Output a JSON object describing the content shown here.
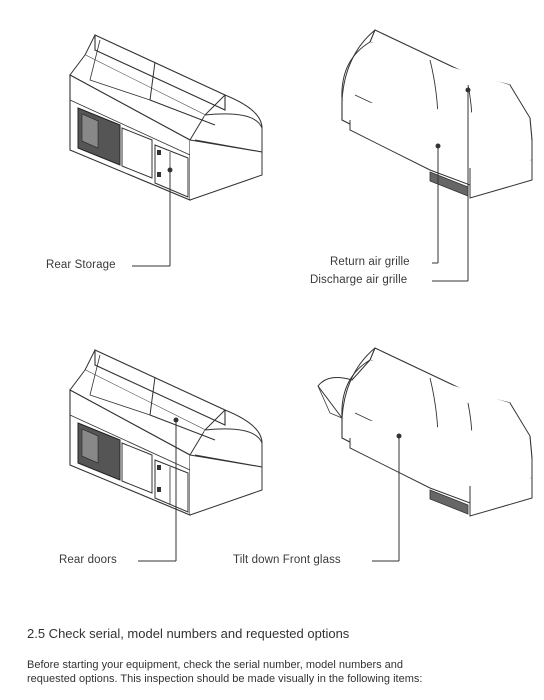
{
  "callouts": {
    "rear_storage": "Rear Storage",
    "return_air_grille": "Return air grille",
    "discharge_air_grille": "Discharge air grille",
    "rear_doors": "Rear doors",
    "tilt_down_front_glass": "Tilt down Front glass"
  },
  "section": {
    "heading": "2.5 Check serial, model numbers and requested options",
    "body_lines": [
      "Before starting your equipment, check the serial number, model numbers and",
      "requested options. This inspection should be made visually in the following items:"
    ]
  },
  "colors": {
    "line": "#333333",
    "fill": "#ffffff"
  }
}
